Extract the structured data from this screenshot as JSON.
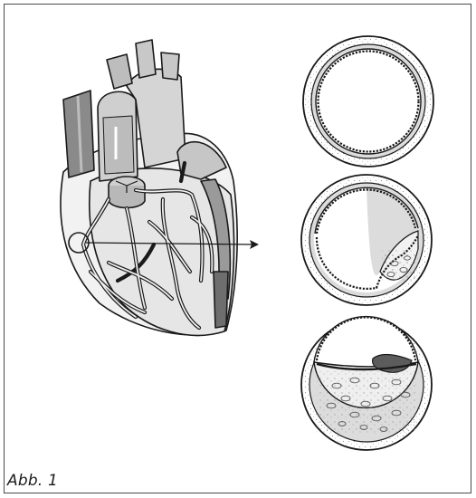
{
  "figure": {
    "caption": "Abb. 1",
    "panels": [
      {
        "name": "healthy-artery",
        "stage": "normal"
      },
      {
        "name": "partially-narrowed-artery",
        "stage": "plaque"
      },
      {
        "name": "severely-narrowed-artery",
        "stage": "stenosis"
      }
    ]
  },
  "colors": {
    "outline": "#1a1a1a",
    "heart_fill": "#e4e4e4",
    "aorta_fill": "#cfcfcf",
    "dark_vessel": "#7a7a7a",
    "artery_wall": "#dcdcdc",
    "plaque": "#efefef",
    "clot": "#5c5c5c"
  }
}
